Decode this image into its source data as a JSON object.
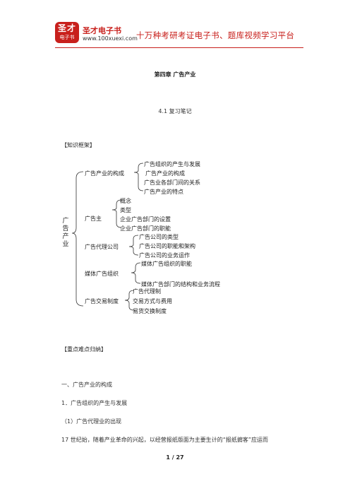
{
  "header": {
    "logo_top": "圣才",
    "logo_bottom": "电子书",
    "brand_name": "圣才电子书",
    "brand_url": "www.100xuexi.com",
    "slogan": "十万种考研考证电子书、题库视频学习平台"
  },
  "chapter_title": "第四章  广告产业",
  "section_title": "4.1  复习笔记",
  "framework_label": "【知识框架】",
  "mindmap": {
    "root": "广告产业",
    "branches": [
      {
        "label": "广告产业的构成",
        "items": [
          "广告组织的产生与发展",
          "广告产业的构成",
          "广告业各部门间的关系",
          "广告产业的特点"
        ]
      },
      {
        "label": "广告主",
        "items": [
          "概念",
          "类型",
          "企业广告部门的设置",
          "企业广告部门的职能"
        ]
      },
      {
        "label": "广告代理公司",
        "items": [
          "广告公司的类型",
          "广告公司的职能和架构",
          "广告公司的业务运作"
        ]
      },
      {
        "label": "媒体广告组织",
        "items": [
          "媒体广告组织的职能",
          "媒体广告部门的结构和业务流程"
        ]
      },
      {
        "label": "广告交易制度",
        "items": [
          "广告代理制",
          "交易方式与费用",
          "易货交换制度"
        ]
      }
    ]
  },
  "key_points_label": "【重点难点归纳】",
  "body": {
    "heading_1": "一、广告产业的构成",
    "heading_2": "1．广告组织的产生与发展",
    "heading_3": "（1）广告代理业的出现",
    "paragraph": "17 世纪始，随着产业革命的兴起，以经营报纸版面为主要生计的“报纸掮客”应运而"
  },
  "page_number": "1 / 27",
  "colors": {
    "brand_red": "#c8201c"
  }
}
